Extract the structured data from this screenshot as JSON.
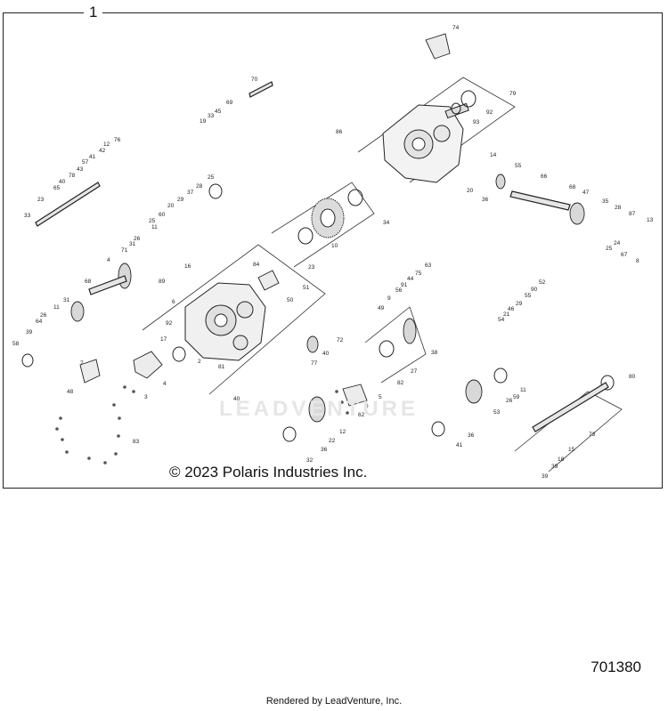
{
  "diagram": {
    "page_number": "1",
    "copyright": "© 2023 Polaris Industries Inc.",
    "watermark": "LEADVENTURE",
    "diagram_id": "701380",
    "footer": "Rendered by LeadVenture, Inc.",
    "callouts": [
      "1",
      "74",
      "79",
      "92",
      "93",
      "86",
      "20",
      "14",
      "55",
      "36",
      "66",
      "68",
      "47",
      "35",
      "28",
      "87",
      "13",
      "24",
      "25",
      "67",
      "8",
      "70",
      "69",
      "45",
      "33",
      "19",
      "34",
      "10",
      "23",
      "12",
      "76",
      "42",
      "41",
      "57",
      "43",
      "78",
      "40",
      "65",
      "23",
      "33",
      "25",
      "28",
      "37",
      "29",
      "20",
      "60",
      "25",
      "11",
      "26",
      "31",
      "71",
      "4",
      "16",
      "84",
      "89",
      "6",
      "51",
      "50",
      "63",
      "75",
      "44",
      "91",
      "56",
      "9",
      "49",
      "52",
      "90",
      "55",
      "29",
      "46",
      "21",
      "54",
      "68",
      "31",
      "11",
      "26",
      "64",
      "39",
      "58",
      "92",
      "17",
      "2",
      "81",
      "40",
      "72",
      "40",
      "77",
      "38",
      "27",
      "82",
      "7",
      "48",
      "4",
      "3",
      "83",
      "5",
      "6",
      "62",
      "12",
      "22",
      "36",
      "32",
      "11",
      "26",
      "59",
      "53",
      "36",
      "41",
      "80",
      "73",
      "15",
      "18",
      "39"
    ]
  }
}
